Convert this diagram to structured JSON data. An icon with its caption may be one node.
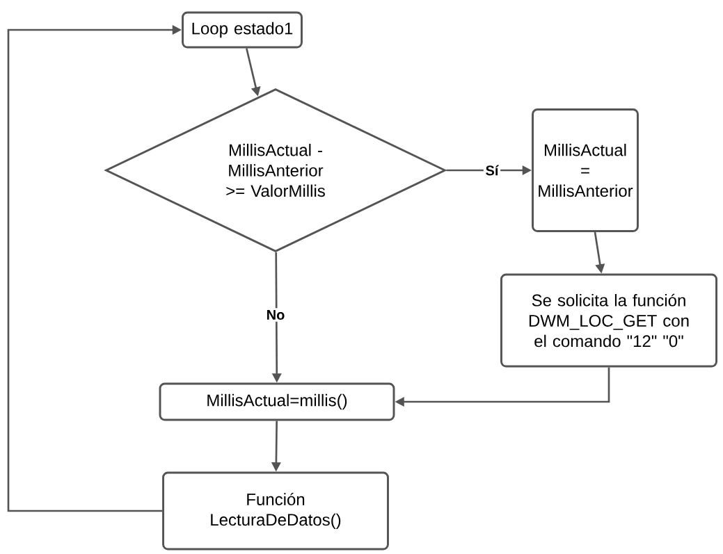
{
  "diagram": {
    "nodes": [
      {
        "text": [
          "Loop estado1"
        ]
      },
      {
        "text": [
          "MillisActual - MillisAnterior >= ValorMillis"
        ]
      },
      {
        "text": [
          "MillisActual = MillisAnterior"
        ]
      },
      {
        "text": [
          "Se solicita la función DWM_LOC_GET con el comando \"12\" \"0\""
        ]
      },
      {
        "text": [
          "MillisActual=millis()"
        ]
      },
      {
        "text": [
          "Función LecturaDeDatos()"
        ]
      }
    ],
    "edges": [
      {
        "from": 0,
        "to": 1,
        "arrow": "to"
      },
      {
        "from": 1,
        "to": 2,
        "arrow": "to",
        "label": "Sí"
      },
      {
        "from": 2,
        "to": 3,
        "arrow": "to"
      },
      {
        "from": 1,
        "to": 4,
        "arrow": "to",
        "label": "No"
      },
      {
        "from": 3,
        "to": 4,
        "arrow": "to"
      },
      {
        "from": 4,
        "to": 5,
        "arrow": "to"
      },
      {
        "from": 5,
        "to": 0,
        "arrow": "to"
      }
    ]
  }
}
